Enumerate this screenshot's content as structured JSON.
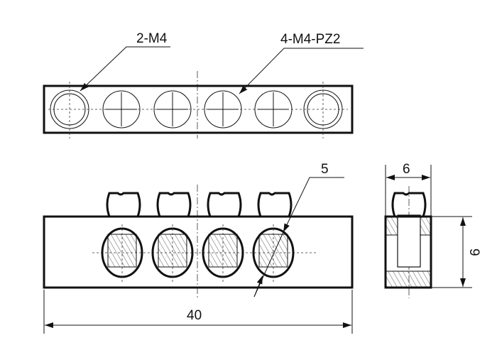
{
  "labels": {
    "end_screws": "2-M4",
    "terminal_screws": "4-M4-PZ2",
    "hole_diameter": "5",
    "width": "6",
    "height": "9",
    "length": "40"
  }
}
